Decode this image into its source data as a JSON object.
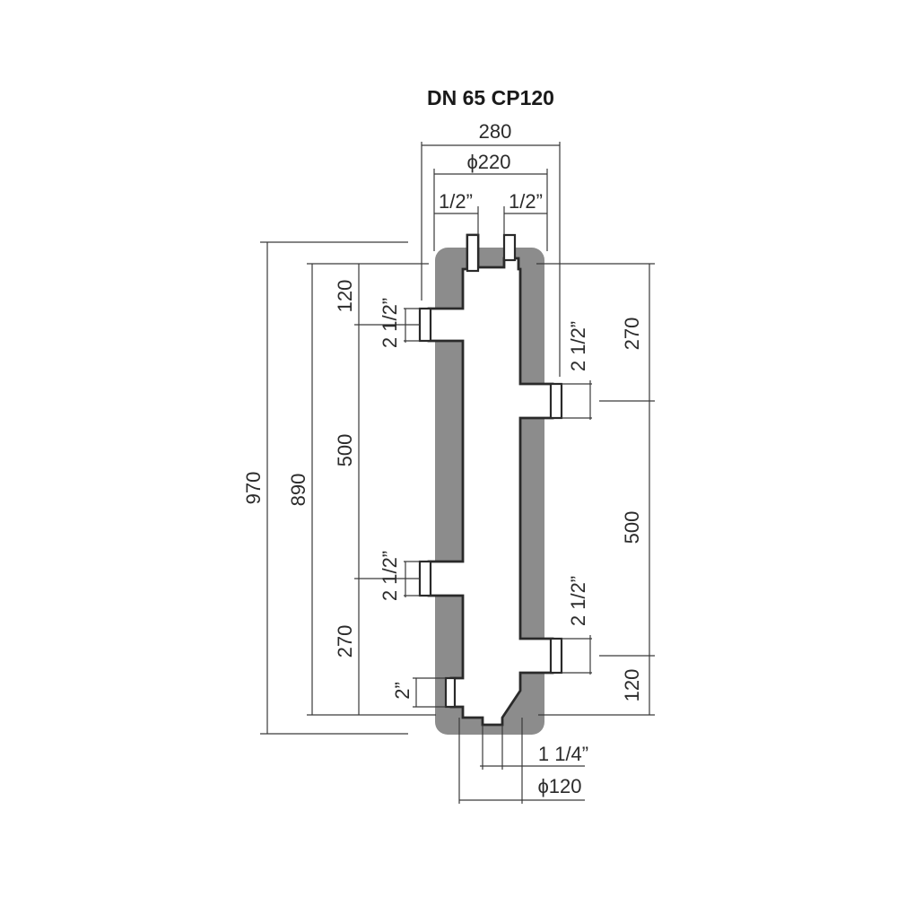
{
  "title": "DN 65 CP120",
  "colors": {
    "insulation": "#8c8c8c",
    "outline": "#2a2a2a",
    "dimension": "#3a3a3a",
    "background": "#ffffff"
  },
  "dimensions": {
    "overall_width": "280",
    "body_diameter": "ϕ220",
    "top_left_connection": "1/2”",
    "top_right_connection": "1/2”",
    "total_height": "970",
    "body_height": "890",
    "left_top_offset": "120",
    "left_spacing": "500",
    "left_bottom_offset": "270",
    "left_upper_connection": "2 1/2”",
    "left_lower_connection": "2 1/2”",
    "bottom_left_connection": "2”",
    "right_top_offset": "270",
    "right_spacing": "500",
    "right_bottom_offset": "120",
    "right_upper_connection": "2 1/2”",
    "right_lower_connection": "2 1/2”",
    "bottom_connection": "1 1/4”",
    "bottom_diameter": "ϕ120"
  }
}
